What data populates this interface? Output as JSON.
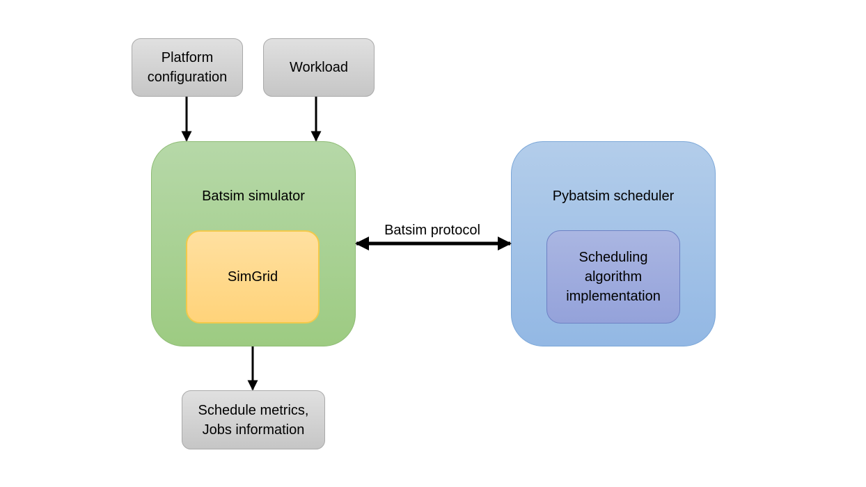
{
  "diagram": {
    "platform_configuration": "Platform\nconfiguration",
    "workload": "Workload",
    "batsim_simulator": "Batsim simulator",
    "simgrid": "SimGrid",
    "batsim_protocol": "Batsim protocol",
    "pybatsim_scheduler": "Pybatsim scheduler",
    "scheduling_algorithm": "Scheduling\nalgorithm\nimplementation",
    "output": "Schedule metrics,\nJobs information"
  },
  "colors": {
    "input_box": "#d4d4d4",
    "simulator": "#a9d18e",
    "simgrid": "#ffd966",
    "scheduler": "#9dc3e6",
    "algorithm": "#8f9fd6",
    "arrow": "#000000"
  }
}
